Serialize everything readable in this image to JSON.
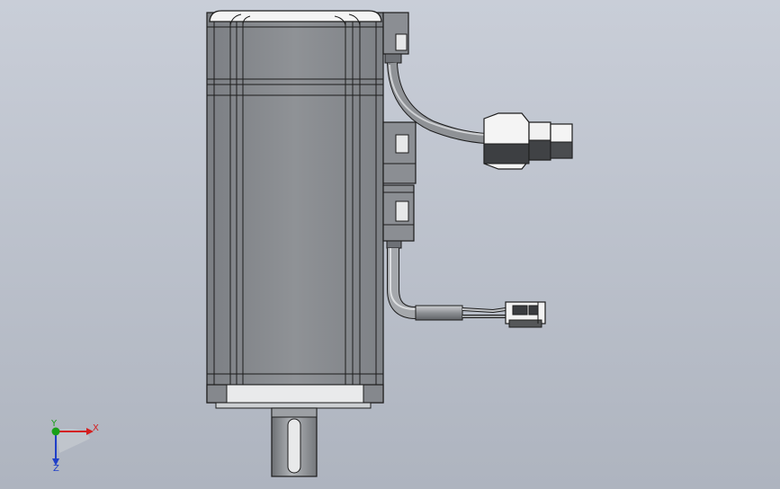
{
  "viewport": {
    "background_top": "#c9ced8",
    "background_bottom": "#aeb4bf"
  },
  "model": {
    "body_color": "#8a8d92",
    "edge_color": "#1c1c1c"
  },
  "triad": {
    "x_label": "X",
    "y_label": "Y",
    "z_label": "Z",
    "x_color": "#d42020",
    "y_color": "#18a018",
    "z_color": "#1f3fc8"
  }
}
